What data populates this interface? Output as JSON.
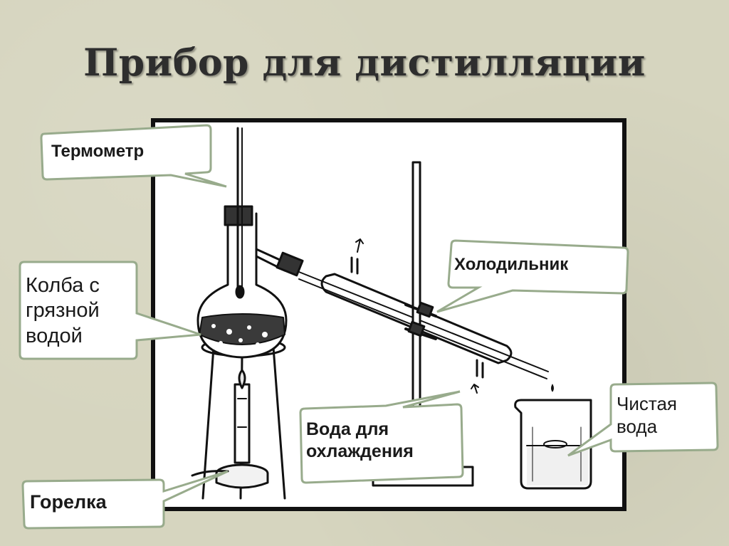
{
  "title": "Прибор для дистилляции",
  "labels": {
    "thermometer": "Термометр",
    "flask": "Колба с грязной водой",
    "condenser": "Холодильник",
    "cooling_water": "Вода для охлаждения",
    "clean_water": "Чистая вода",
    "burner": "Горелка"
  },
  "colors": {
    "background": "#d6d5bf",
    "callout_border": "#98ab8c",
    "callout_fill": "#ffffff",
    "frame": "#111111",
    "ink": "#1a1a1a"
  }
}
